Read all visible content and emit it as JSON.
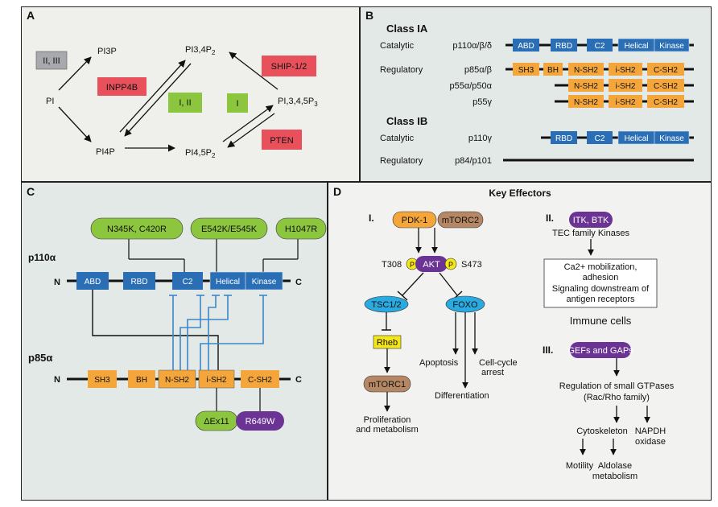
{
  "panel_a": {
    "label": "A",
    "nodes": {
      "pi": "PI",
      "pi3p": "PI3P",
      "pi4p": "PI4P",
      "pi34p2": "PI3,4P",
      "pi45p2": "PI4,5P",
      "pi345p3": "PI,3,4,5P",
      "sub2": "2",
      "sub3": "3"
    },
    "boxes": {
      "class23": "II, III",
      "inpp4b": "INPP4B",
      "class12": "I, II",
      "class1": "I",
      "ship": "SHIP-1/2",
      "pten": "PTEN"
    }
  },
  "panel_b": {
    "label": "B",
    "class_ia": "Class IA",
    "class_ib": "Class IB",
    "rows": [
      {
        "type": "Catalytic",
        "name": "p110α/β/δ"
      },
      {
        "type": "Regulatory",
        "name": "p85α/β"
      },
      {
        "type": "",
        "name": "p55α/p50α"
      },
      {
        "type": "",
        "name": "p55γ"
      },
      {
        "type": "Catalytic",
        "name": "p110γ"
      },
      {
        "type": "Regulatory",
        "name": "p84/p101"
      }
    ],
    "domains": {
      "abd": "ABD",
      "rbd": "RBD",
      "c2": "C2",
      "helical": "Helical",
      "kinase": "Kinase",
      "sh3": "SH3",
      "bh": "BH",
      "nsh2": "N-SH2",
      "ish2": "i-SH2",
      "csh2": "C-SH2"
    }
  },
  "panel_c": {
    "label": "C",
    "p110": "p110α",
    "p85": "p85α",
    "n": "N",
    "c": "C",
    "mutations_top": [
      "N345K, C420R",
      "E542K/E545K",
      "H1047R"
    ],
    "mutations_bottom": [
      "ΔEx11",
      "R649W"
    ]
  },
  "panel_d": {
    "label": "D",
    "title": "Key Effectors",
    "section1": {
      "numeral": "I.",
      "pdk1": "PDK-1",
      "mtorc2": "mTORC2",
      "t308": "T308",
      "akt": "AKT",
      "s473": "S473",
      "p": "P",
      "tsc": "TSC1/2",
      "foxo": "FOXO",
      "rheb": "Rheb",
      "apoptosis": "Apoptosis",
      "cellcycle1": "Cell-cycle",
      "cellcycle2": "arrest",
      "differentiation": "Differentiation",
      "mtorc1": "mTORC1",
      "prolif1": "Proliferation",
      "prolif2": "and metabolism"
    },
    "section2": {
      "numeral": "II.",
      "itk": "ITK, BTK",
      "tec": "TEC family Kinases",
      "box_lines": [
        "Ca2+ mobilization,",
        "adhesion",
        "Signaling downstream of",
        "antigen receptors"
      ],
      "immune": "Immune cells"
    },
    "section3": {
      "numeral": "III.",
      "gefs": "GEFs and GAPs",
      "reg1": "Regulation of small GTPases",
      "reg2": "(Rac/Rho family)",
      "cyto": "Cytoskeleton",
      "napdh1": "NAPDH",
      "napdh2": "oxidase",
      "motility": "Motility",
      "aldolase1": "Aldolase",
      "aldolase2": "metabolism"
    }
  },
  "colors": {
    "blue": "#2a6fb5",
    "orange": "#f4a63a",
    "green": "#8cc63f",
    "red": "#e8505b",
    "gray": "#a7a9ac",
    "purple": "#6b3494",
    "brown": "#b68764",
    "cyan": "#29abe2",
    "yellow": "#f5e617",
    "inhib_blue": "#3c87c9"
  }
}
